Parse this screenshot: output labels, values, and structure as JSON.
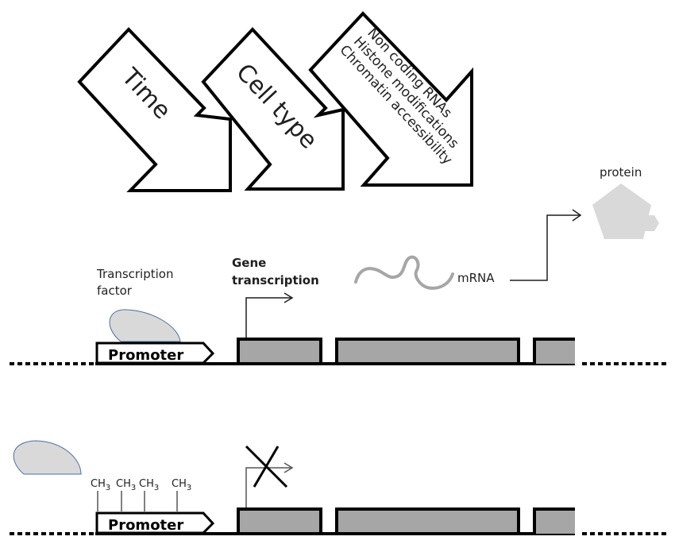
{
  "arrows": [
    {
      "label_lines": [
        "Time"
      ]
    },
    {
      "label_lines": [
        "Cell type"
      ]
    },
    {
      "label_lines": [
        "Non coding RNAs",
        "Histone modifications",
        "Chromatin accessibility"
      ]
    }
  ],
  "active_gene": {
    "transcription_factor_label_lines": [
      "Transcription",
      "factor"
    ],
    "gene_transcription_label_lines": [
      "Gene",
      "transcription"
    ],
    "promoter_label": "Promoter",
    "mrna_label": "mRNA",
    "protein_label": "protein"
  },
  "silenced_gene": {
    "promoter_label": "Promoter",
    "methyl_groups": [
      {
        "base": "CH",
        "sub": "3"
      },
      {
        "base": "CH",
        "sub": "3"
      },
      {
        "base": "CH",
        "sub": "3"
      },
      {
        "base": "CH",
        "sub": "3"
      }
    ]
  },
  "colors": {
    "outline": "#000000",
    "exon_fill": "#a6a6a6",
    "transcription_factor_fill": "#d9d9d9",
    "transcription_factor_stroke": "#4a6fa5",
    "mrna": "#a6a6a6",
    "protein": "#d9d9d9",
    "text": "#1f1f1f"
  }
}
